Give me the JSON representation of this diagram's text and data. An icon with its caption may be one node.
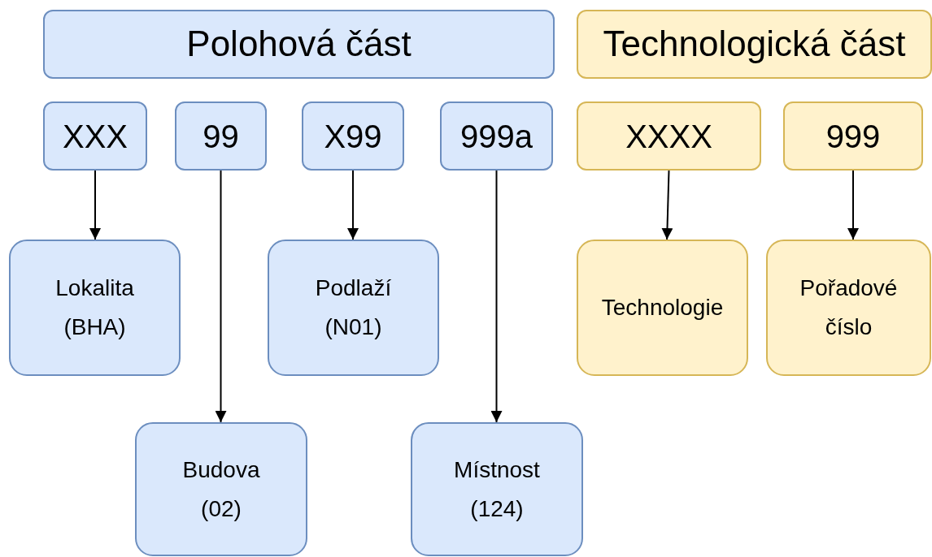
{
  "diagram": {
    "nodes": [
      {
        "text": [
          "Polohová část"
        ]
      },
      {
        "text": [
          "Technologická část"
        ]
      },
      {
        "text": [
          "XXX"
        ]
      },
      {
        "text": [
          "99"
        ]
      },
      {
        "text": [
          "X99"
        ]
      },
      {
        "text": [
          "999a"
        ]
      },
      {
        "text": [
          "XXXX"
        ]
      },
      {
        "text": [
          "999"
        ]
      },
      {
        "text": [
          "Lokalita (BHA)"
        ]
      },
      {
        "text": [
          "Podlaží (N01)"
        ]
      },
      {
        "text": [
          "Technologie"
        ]
      },
      {
        "text": [
          "Pořadové číslo"
        ]
      },
      {
        "text": [
          "Budova (02)"
        ]
      },
      {
        "text": [
          "Místnost (124)"
        ]
      }
    ],
    "edges": [
      {
        "from": 2,
        "to": 8,
        "arrow": "to"
      },
      {
        "from": 3,
        "to": 12,
        "arrow": "to"
      },
      {
        "from": 4,
        "to": 9,
        "arrow": "to"
      },
      {
        "from": 5,
        "to": 13,
        "arrow": "to"
      },
      {
        "from": 6,
        "to": 10,
        "arrow": "to"
      },
      {
        "from": 7,
        "to": 11,
        "arrow": "to"
      }
    ]
  }
}
